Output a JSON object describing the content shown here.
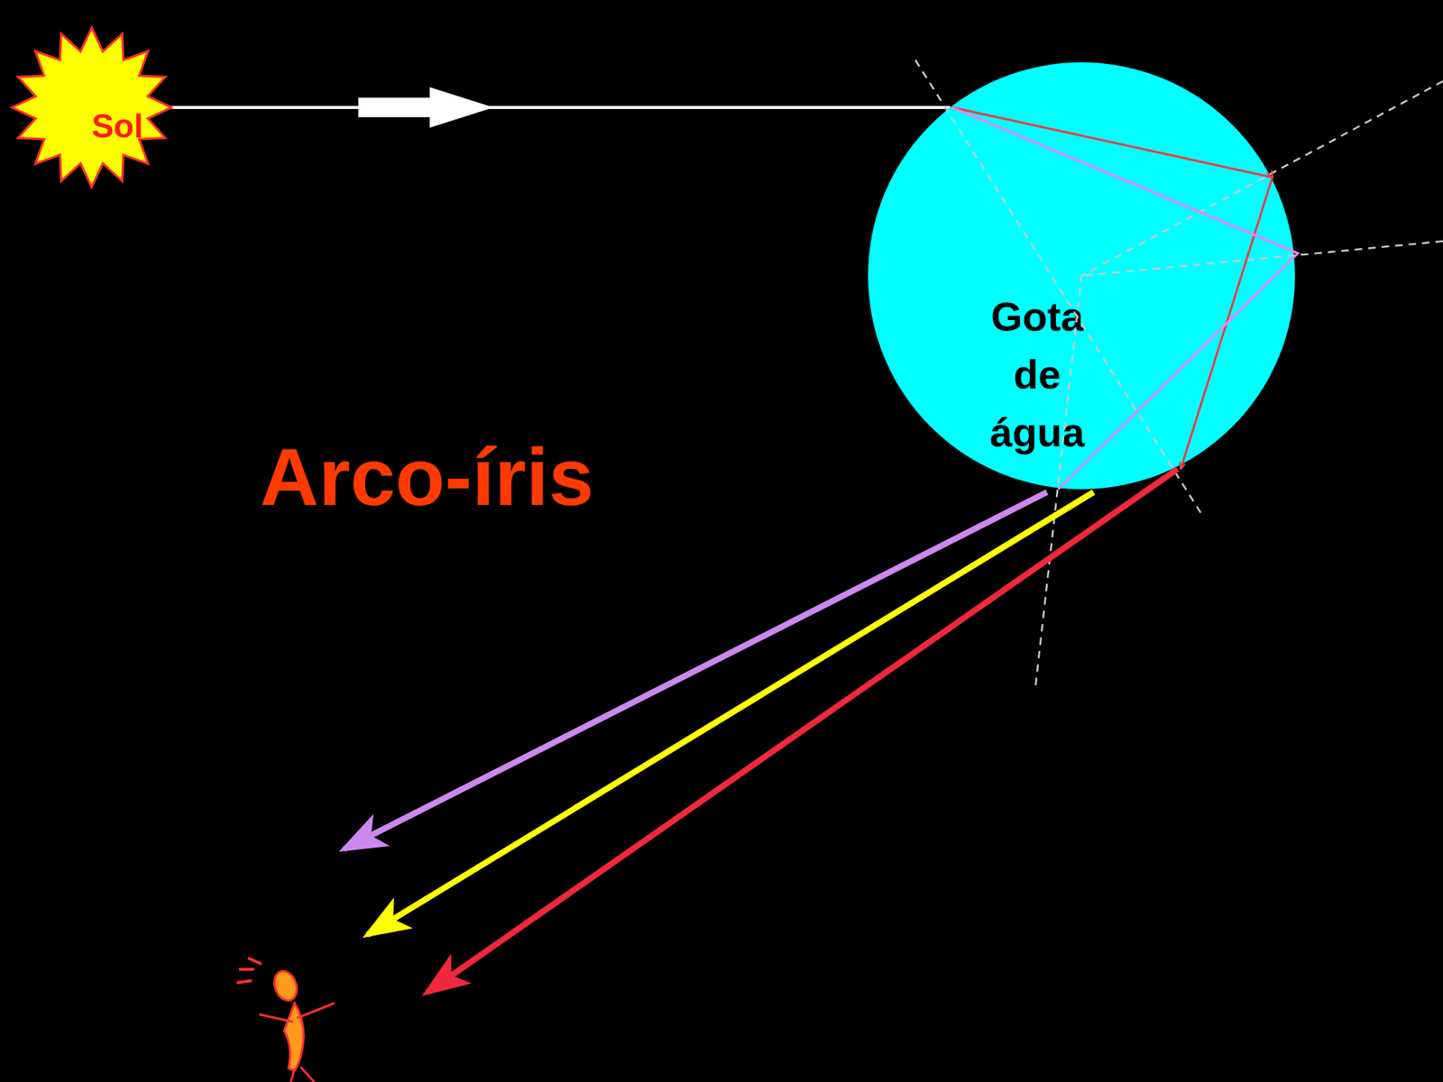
{
  "diagram": {
    "nodes": [
      {
        "text": [
          "Sol"
        ]
      },
      {
        "text": [
          "Gota de água"
        ]
      }
    ],
    "edges": [
      {
        "from": 0,
        "to": 1,
        "arrow": "to"
      }
    ],
    "labels": [
      "Arco-íris"
    ]
  }
}
